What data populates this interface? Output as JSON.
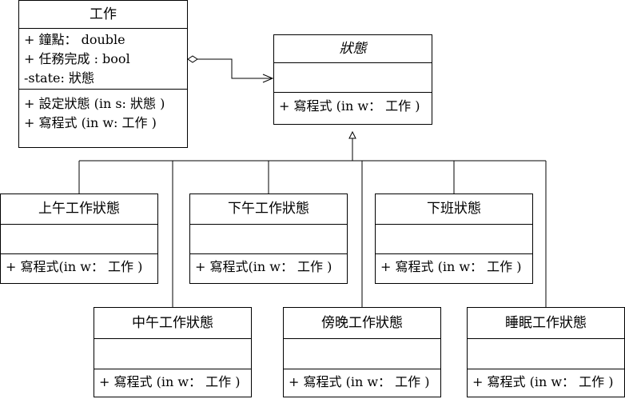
{
  "work": {
    "title": "工作",
    "attributes": [
      "+ 鐘點： double",
      "+ 任務完成 : bool",
      "-state: 狀態"
    ],
    "operations": [
      "+ 設定狀態 (in s: 狀態 )",
      "+ 寫程式 (in w: 工作 )"
    ]
  },
  "state": {
    "title": "狀態",
    "operation": "+ 寫程式 (in w： 工作 )"
  },
  "morning": {
    "title": "上午工作狀態",
    "operation": "+ 寫程式(in w： 工作 )"
  },
  "afternoon": {
    "title": "下午工作狀態",
    "operation": "+ 寫程式(in w： 工作 )"
  },
  "offwork": {
    "title": "下班狀態",
    "operation": "+ 寫程式 (in w： 工作 )"
  },
  "noon": {
    "title": "中午工作狀態",
    "operation": "+ 寫程式 (in w： 工作 )"
  },
  "evening": {
    "title": "傍晚工作狀態",
    "operation": "+ 寫程式 (in w： 工作 )"
  },
  "sleep": {
    "title": "睡眠工作狀態",
    "operation": "+ 寫程式 (in w： 工作 )"
  }
}
